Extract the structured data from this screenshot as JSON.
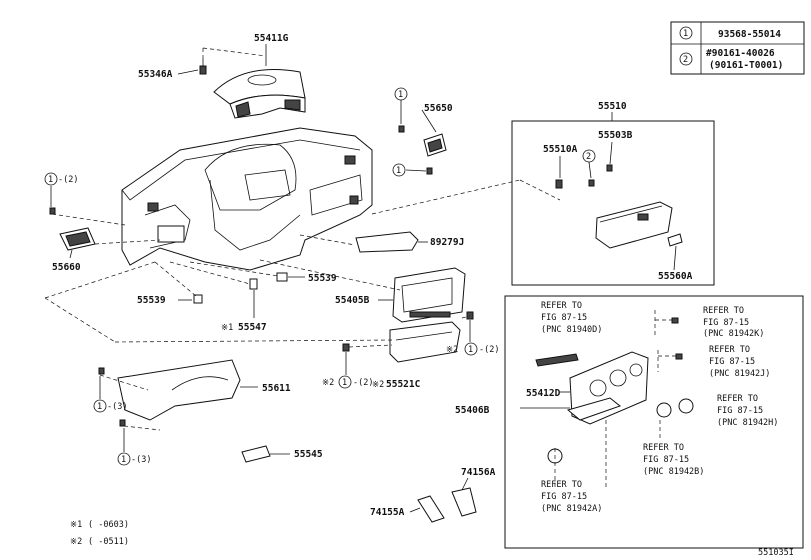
{
  "legend": {
    "row1": {
      "marker": "1",
      "part": "93568-55014"
    },
    "row2": {
      "marker": "2",
      "part_a": "#90161-40026",
      "part_b": "(90161-T0001)"
    }
  },
  "labels": {
    "p55411G": "55411G",
    "p55346A": "55346A",
    "p55650": "55650",
    "p55510": "55510",
    "p55510A": "55510A",
    "p55503B": "55503B",
    "p89279J": "89279J",
    "p55660": "55660",
    "p55539a": "55539",
    "p55539b": "55539",
    "p55547": "55547",
    "p55405B": "55405B",
    "p55560A": "55560A",
    "p55611": "55611",
    "p55545": "55545",
    "p55521C": "55521C",
    "p55412D": "55412D",
    "p55406B": "55406B",
    "p74156A": "74156A",
    "p74155A": "74155A"
  },
  "callouts": {
    "c1_55650_top": "1",
    "c1_55650_side": "1",
    "c1_left_a": "1",
    "c1_left_a_suffix": "-(2)",
    "c2_55510": "2",
    "c1_611a": "1",
    "c1_611a_suffix": "-(3)",
    "c1_611b": "1",
    "c1_611b_suffix": "-(3)",
    "c_right_405": "※2",
    "c_right_405_num": "1",
    "c_right_405_suffix": "-(2)",
    "c_left_521": "※2",
    "c_left_521_num": "1",
    "c_left_521_suffix": "-(2)",
    "c_521": "※2",
    "c_547": "※1"
  },
  "refs": {
    "r1": [
      "REFER TO",
      "FIG  87-15",
      "(PNC 81940D)"
    ],
    "r2": [
      "REFER TO",
      "FIG  87-15",
      "(PNC 81942K)"
    ],
    "r3": [
      "REFER TO",
      "FIG  87-15",
      "(PNC 81942J)"
    ],
    "r4": [
      "REFER TO",
      "FIG  87-15",
      "(PNC 81942H)"
    ],
    "r5": [
      "REFER TO",
      "FIG  87-15",
      "(PNC 81942B)"
    ],
    "r6": [
      "REFER TO",
      "FIG  87-15",
      "(PNC 81942A)"
    ]
  },
  "footnotes": {
    "n1_mark": "※1",
    "n1_text": "(    -0603)",
    "n2_mark": "※2",
    "n2_text": "(    -0511)"
  },
  "diagram_id": "551035I"
}
